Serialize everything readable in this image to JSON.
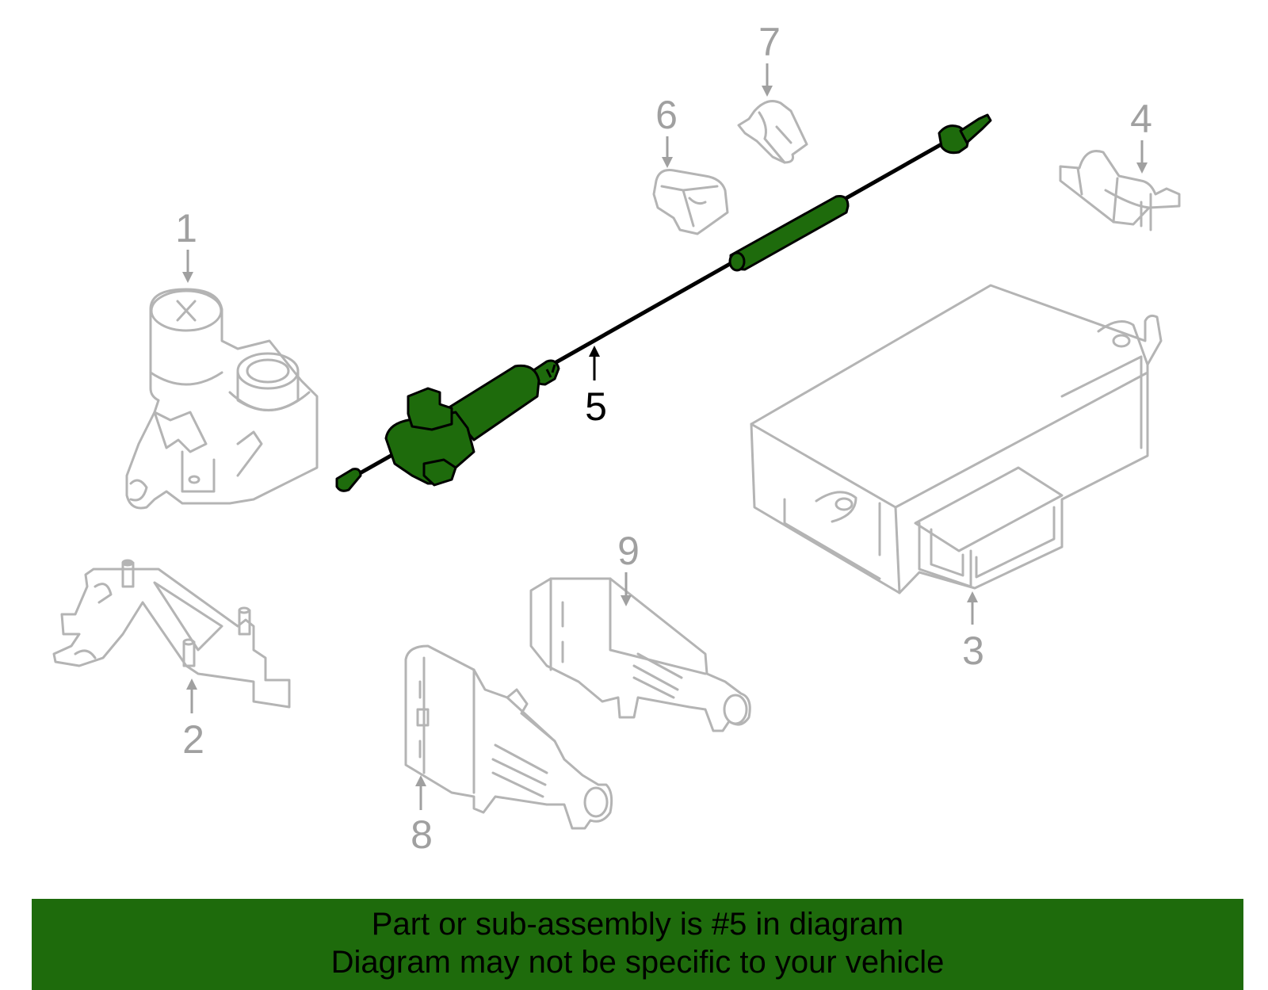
{
  "colors": {
    "highlight": "#1e6b0c",
    "part_outline": "#b4b4b4",
    "callout": "#a0a0a0"
  },
  "callouts": [
    {
      "id": "1",
      "label": "1",
      "state": "inactive"
    },
    {
      "id": "2",
      "label": "2",
      "state": "inactive"
    },
    {
      "id": "3",
      "label": "3",
      "state": "inactive"
    },
    {
      "id": "4",
      "label": "4",
      "state": "inactive"
    },
    {
      "id": "5",
      "label": "5",
      "state": "highlighted"
    },
    {
      "id": "6",
      "label": "6",
      "state": "inactive"
    },
    {
      "id": "7",
      "label": "7",
      "state": "inactive"
    },
    {
      "id": "8",
      "label": "8",
      "state": "inactive"
    },
    {
      "id": "9",
      "label": "9",
      "state": "inactive"
    }
  ],
  "banner": {
    "line1": "Part or sub-assembly is #5 in diagram",
    "line2": "Diagram may not be specific to your vehicle"
  }
}
